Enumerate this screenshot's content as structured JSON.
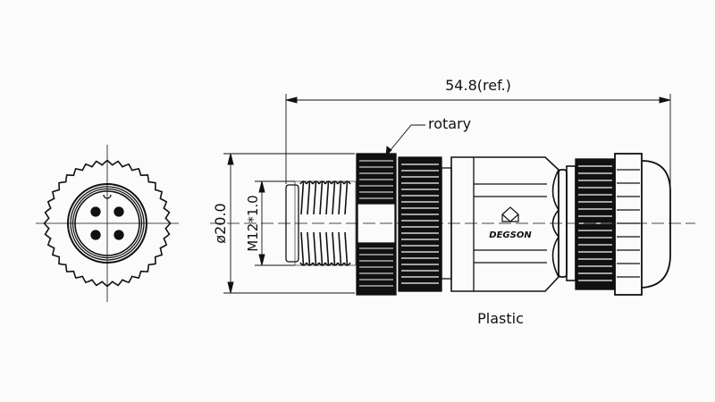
{
  "dimensions": {
    "overall_length": "54.8(ref.)",
    "diameter": "ø20.0",
    "thread": "M12*1.0"
  },
  "callouts": {
    "rotary": "rotary",
    "material": "Plastic"
  },
  "brand": {
    "logo_text": "DEGSON"
  },
  "colors": {
    "line": "#111111",
    "background": "#fbfbfb"
  }
}
